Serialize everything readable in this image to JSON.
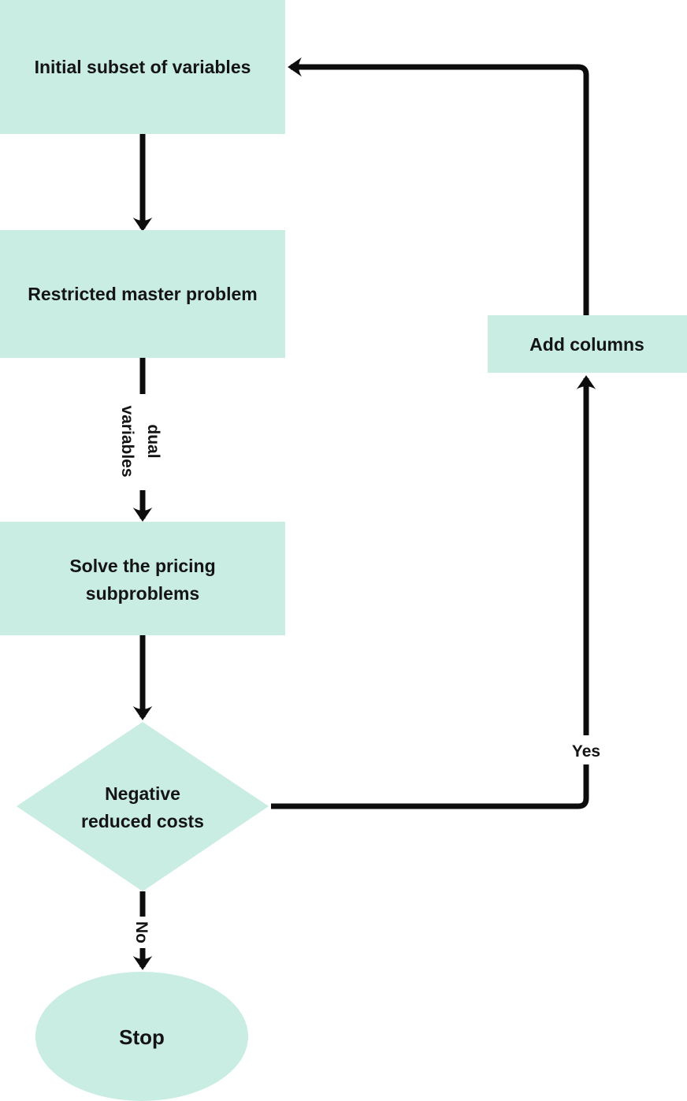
{
  "diagram": {
    "nodes": {
      "initial": {
        "label": "Initial subset of variables"
      },
      "master": {
        "label": "Restricted master problem"
      },
      "pricing": {
        "line1": "Solve the pricing",
        "line2": "subproblems"
      },
      "decision": {
        "line1": "Negative",
        "line2": "reduced costs"
      },
      "add_columns": {
        "label": "Add columns"
      },
      "stop": {
        "label": "Stop"
      }
    },
    "edge_labels": {
      "dual": {
        "line1": "dual",
        "line2": "variables"
      },
      "yes": "Yes",
      "no": "No"
    },
    "colors": {
      "node_fill": "#c9ece3",
      "line": "#0d0d0d",
      "text": "#141414",
      "background": "#ffffff"
    }
  }
}
